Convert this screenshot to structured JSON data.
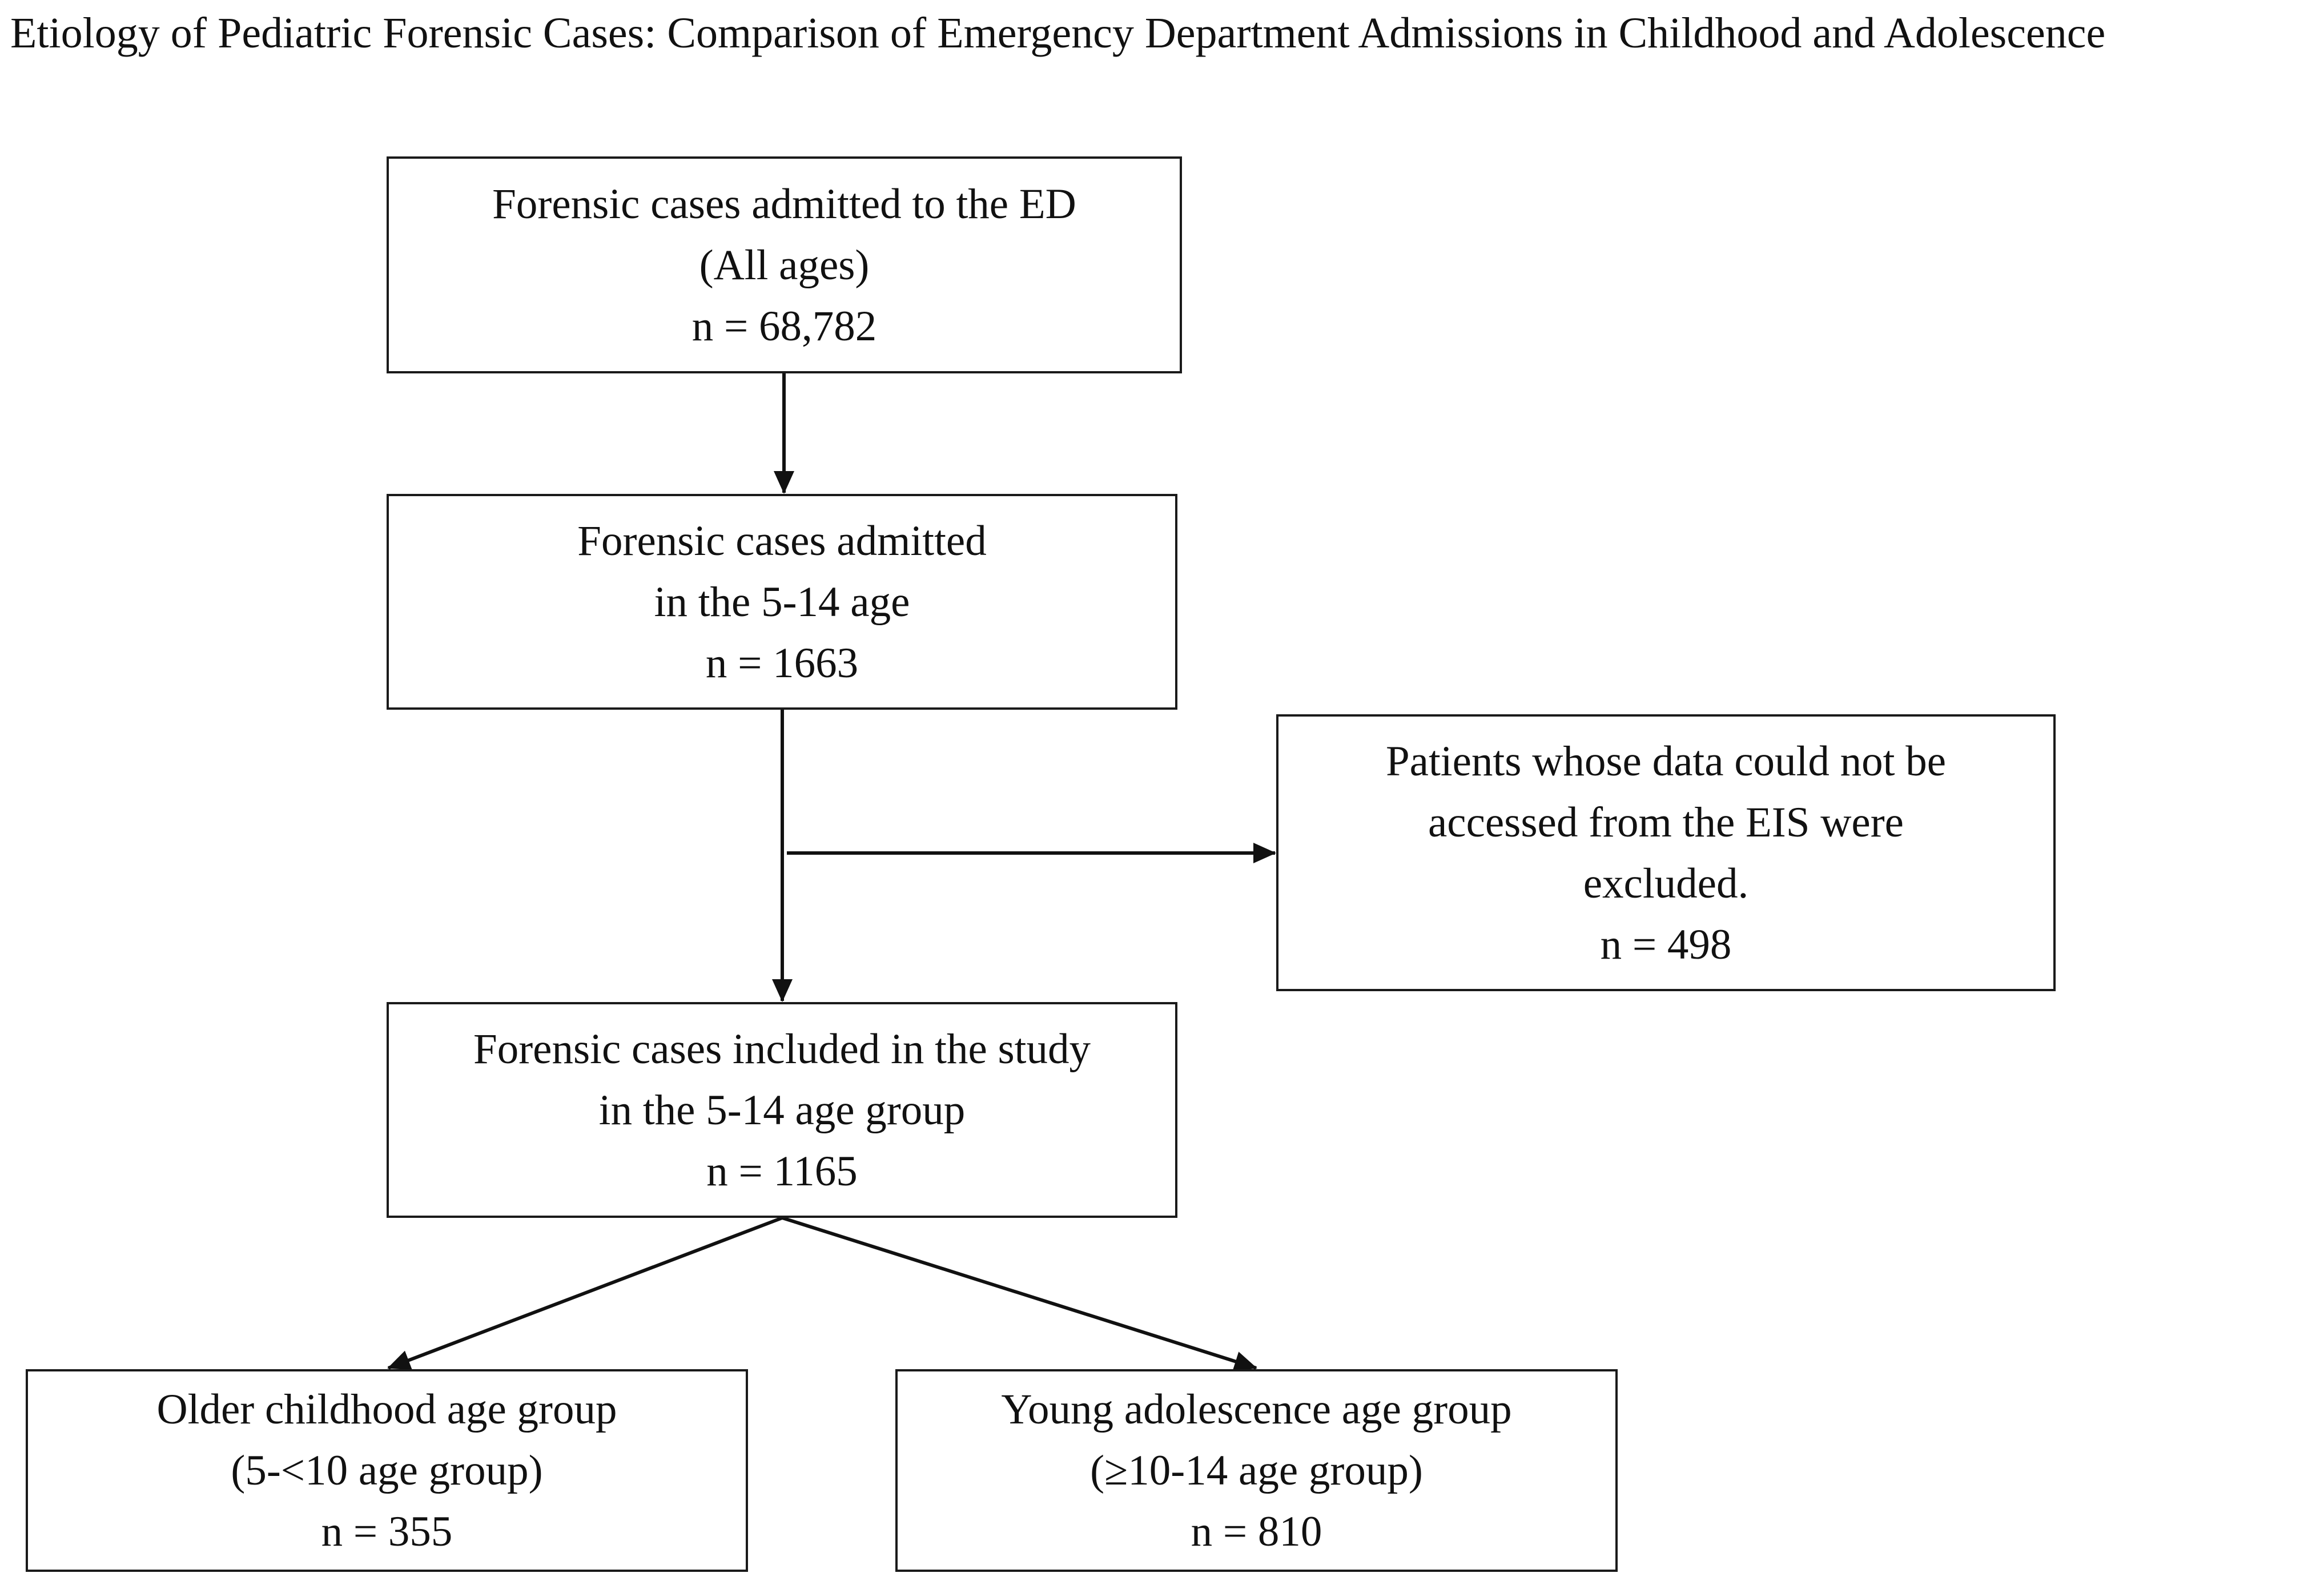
{
  "title": "Etiology of Pediatric Forensic Cases: Comparison of Emergency Department Admissions in Childhood and Adolescence",
  "boxes": {
    "all_ages": {
      "line1": "Forensic cases admitted to the ED",
      "line2": "(All ages)",
      "count": "n = 68,782"
    },
    "age_5_14": {
      "line1": "Forensic cases admitted",
      "line2": "in the 5-14 age",
      "count": "n = 1663"
    },
    "excluded": {
      "line1": "Patients whose data could not be",
      "line2": "accessed from the EIS were",
      "line3": "excluded.",
      "count": "n = 498"
    },
    "included": {
      "line1": "Forensic cases included in the study",
      "line2": "in the 5-14 age group",
      "count": "n = 1165"
    },
    "older_childhood": {
      "line1": "Older childhood age group",
      "line2": "(5-<10 age group)",
      "count": "n = 355"
    },
    "young_adolescence": {
      "line1": "Young adolescence age group",
      "line2": "(≥10-14 age group)",
      "count": "n = 810"
    }
  },
  "colors": {
    "line": "#111111",
    "background": "#ffffff"
  }
}
